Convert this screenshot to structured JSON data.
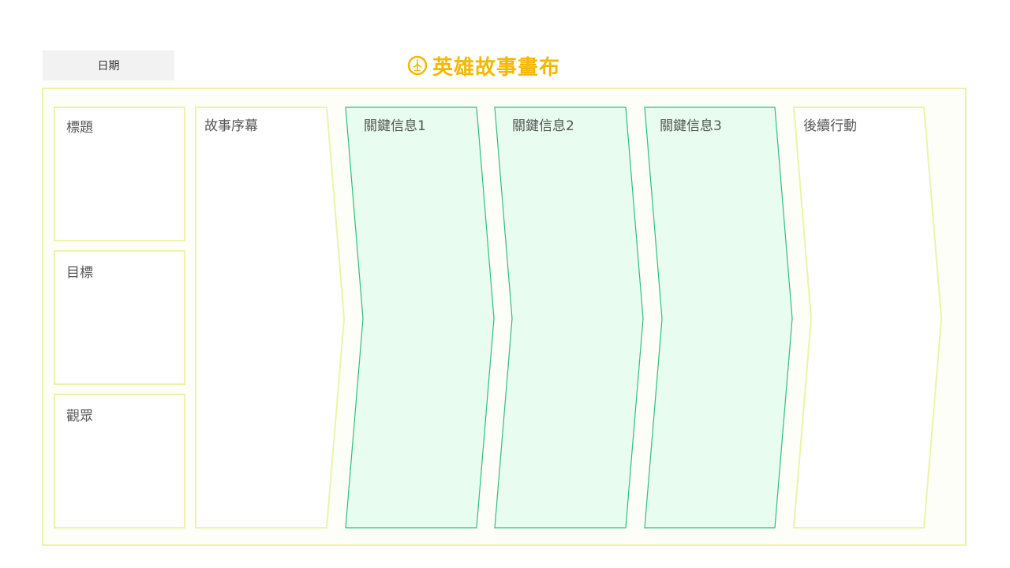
{
  "date_label": "日期",
  "title": "英雄故事畫布",
  "colors": {
    "title": "#f5b800",
    "frame_border": "#eef3a8",
    "frame_fill": "#fdfef7",
    "box_border": "#eef3a8",
    "key_fill": "#e8fcef",
    "key_border": "#2fbf7f"
  },
  "icons": {
    "title": "wind-turbine-icon"
  },
  "side_boxes": [
    {
      "label": "標題"
    },
    {
      "label": "目標"
    },
    {
      "label": "觀眾"
    }
  ],
  "flow_steps": [
    {
      "label": "故事序幕",
      "style": "plain"
    },
    {
      "label": "關鍵信息1",
      "style": "key"
    },
    {
      "label": "關鍵信息2",
      "style": "key"
    },
    {
      "label": "關鍵信息3",
      "style": "key"
    },
    {
      "label": "後續行動",
      "style": "plain"
    }
  ]
}
